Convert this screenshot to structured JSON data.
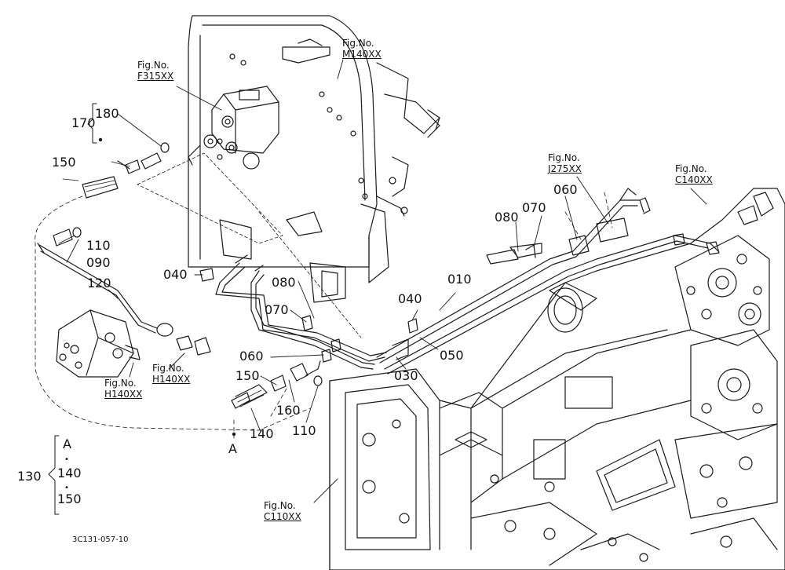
{
  "figure_refs": {
    "prefix": "Fig.No.",
    "m140": "M140XX",
    "f315": "F315XX",
    "j275": "J275XX",
    "c140": "C140XX",
    "h140_a": "H140XX",
    "h140_b": "H140XX",
    "c110": "C110XX"
  },
  "part_numbers": {
    "p170": "170",
    "p180": "180",
    "p150_top": "150",
    "p110_top": "110",
    "p090": "090",
    "p120": "120",
    "p040_left": "040",
    "p080_mid": "080",
    "p070_mid": "070",
    "p060_mid": "060",
    "p150_bottom": "150",
    "p160": "160",
    "p110_bottom": "110",
    "p140": "140",
    "p030": "030",
    "p050": "050",
    "p010": "010",
    "p040_right": "040",
    "p080_right": "080",
    "p070_right": "070",
    "p060_right": "060",
    "p130": "130"
  },
  "set_legend": {
    "marker": "A",
    "bullet": "•",
    "item1": "140",
    "item2": "150"
  },
  "connector_marker": "A",
  "drawing_ref": "3C131-057-10",
  "colors": {
    "line": "#1a1a1a",
    "background": "#ffffff"
  }
}
